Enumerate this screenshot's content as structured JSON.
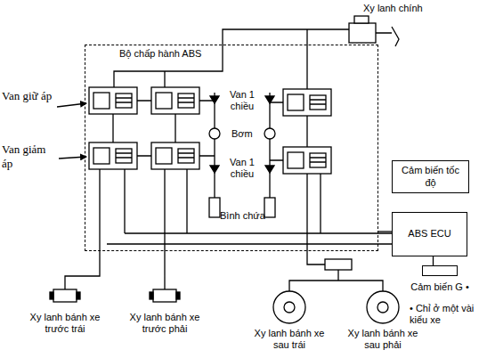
{
  "diagram": {
    "nodes": [
      {
        "text": [
          "Bộ chấp hành ABS"
        ]
      },
      {
        "text": [
          "Cảm biến tốc độ"
        ]
      },
      {
        "text": [
          "ABS ECU"
        ]
      },
      {
        "text": [
          "Cảm biến G •"
        ]
      }
    ],
    "edges": [
      {
        "from": 2,
        "to": 0,
        "arrow": "none"
      },
      {
        "from": 2,
        "to": 3,
        "arrow": "none"
      }
    ],
    "labels": [
      "Xy lanh chính",
      "Van giữ áp",
      "Van giảm áp",
      "Van 1 chiều",
      "Bơm",
      "Van 1 chiều",
      "Bình chứa",
      "• Chỉ ở một vài kiểu xe",
      "Xy lanh bánh xe trước trái",
      "Xy lanh bánh xe trước phải",
      "Xy lanh bánh xe sau trái",
      "Xy lanh bánh xe sau phải"
    ]
  }
}
